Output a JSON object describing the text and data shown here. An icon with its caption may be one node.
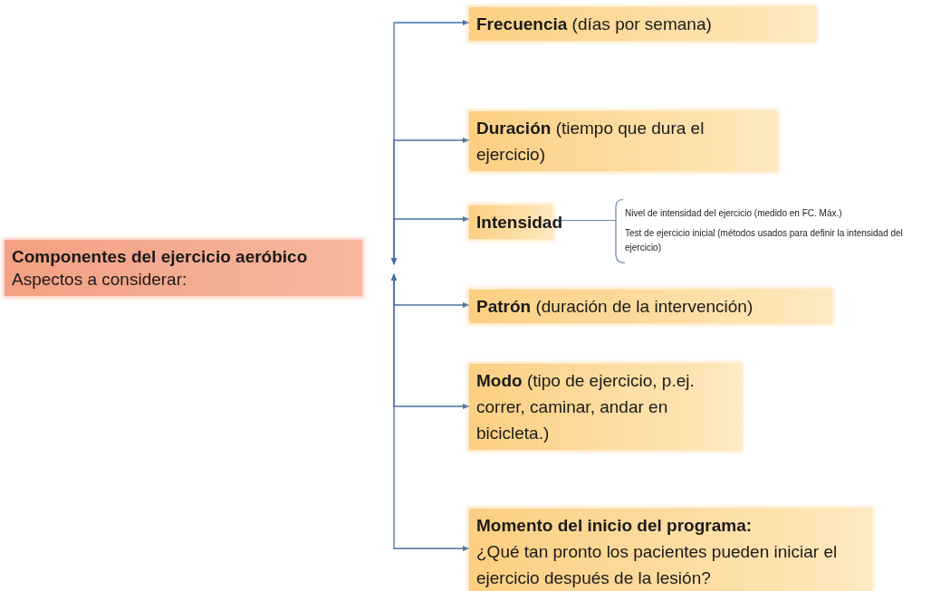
{
  "diagram": {
    "nodes": [
      {
        "text": [
          "Componentes del ejercicio aeróbico",
          "Aspectos a considerar:"
        ]
      },
      {
        "text": [
          "**Frecuencia** (días por semana)"
        ]
      },
      {
        "text": [
          "**Duración** (tiempo que dura el ejercicio)"
        ]
      },
      {
        "text": [
          "**Intensidad**"
        ],
        "beside": [
          "Nivel de intensidad del ejercicio (medido en FC. Máx.)",
          "Test de ejercicio inicial (métodos usados para definir la intensidad del ejercicio)"
        ]
      },
      {
        "text": [
          "**Patrón** (duración de la intervención)"
        ]
      },
      {
        "text": [
          "**Modo** (tipo de ejercicio, p.ej. correr, caminar, andar en bicicleta.)"
        ]
      },
      {
        "text": [
          "Momento del inicio del programa:",
          "¿Qué tan pronto los pacientes pueden iniciar el ejercicio después de la lesión?"
        ]
      }
    ],
    "edges": [
      {
        "from": 0,
        "to": 1,
        "arrow": "both"
      },
      {
        "from": 0,
        "to": 2,
        "arrow": "both"
      },
      {
        "from": 0,
        "to": 3,
        "arrow": "both"
      },
      {
        "from": 0,
        "to": 4,
        "arrow": "both"
      },
      {
        "from": 0,
        "to": 5,
        "arrow": "both"
      },
      {
        "from": 0,
        "to": 6,
        "arrow": "both"
      }
    ]
  }
}
